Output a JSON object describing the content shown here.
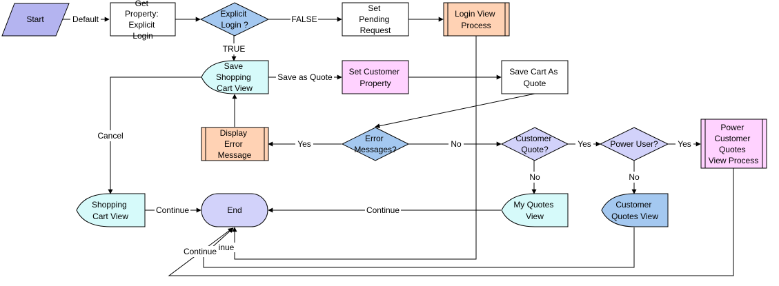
{
  "diagram": {
    "nodes": {
      "start": {
        "lines": [
          "Start"
        ],
        "fill": "#b4b4f0"
      },
      "get_property": {
        "lines": [
          "Get",
          "Property:",
          "Explicit",
          "Login"
        ],
        "fill": "#ffffff"
      },
      "explicit_login": {
        "lines": [
          "Explicit",
          "Login ?"
        ],
        "fill": "#a4c8f0"
      },
      "set_pending": {
        "lines": [
          "Set",
          "Pending",
          "Request"
        ],
        "fill": "#ffffff"
      },
      "login_view": {
        "lines": [
          "Login View",
          "Process"
        ],
        "fill": "#ffd2b4"
      },
      "save_cart_view": {
        "lines": [
          "Save",
          "Shopping",
          "Cart View"
        ],
        "fill": "#d6fafa"
      },
      "set_customer": {
        "lines": [
          "Set Customer",
          "Property"
        ],
        "fill": "#ffd2ff"
      },
      "save_cart_quote": {
        "lines": [
          "Save Cart As",
          "Quote"
        ],
        "fill": "#ffffff"
      },
      "display_error": {
        "lines": [
          "Display",
          "Error",
          "Message"
        ],
        "fill": "#ffd2b4"
      },
      "error_messages": {
        "lines": [
          "Error",
          "Messages?"
        ],
        "fill": "#a4c8f0"
      },
      "customer_quote": {
        "lines": [
          "Customer",
          "Quote?"
        ],
        "fill": "#d2d2fa"
      },
      "power_user": {
        "lines": [
          "Power User?"
        ],
        "fill": "#d2d2fa"
      },
      "power_customer": {
        "lines": [
          "Power",
          "Customer",
          "Quotes",
          "View Process"
        ],
        "fill": "#ffd2ff"
      },
      "shopping_cart_view": {
        "lines": [
          "Shopping",
          "Cart View"
        ],
        "fill": "#d6fafa"
      },
      "end": {
        "lines": [
          "End"
        ],
        "fill": "#d2d2fa"
      },
      "my_quotes_view": {
        "lines": [
          "My Quotes",
          "View"
        ],
        "fill": "#d6fafa"
      },
      "customer_quotes_view": {
        "lines": [
          "Customer",
          "Quotes View"
        ],
        "fill": "#a4c8f0"
      }
    },
    "edge_labels": {
      "default": "Default",
      "false": "FALSE",
      "true": "TRUE",
      "save_as_quote": "Save as Quote",
      "cancel": "Cancel",
      "yes_error": "Yes",
      "no_error": "No",
      "yes_quote": "Yes",
      "no_quote": "No",
      "yes_power": "Yes",
      "no_power": "No",
      "continue_cart": "Continue",
      "continue_quotes": "Continue",
      "continue_bottom": "Continue",
      "continue_fragment": "inue"
    }
  }
}
